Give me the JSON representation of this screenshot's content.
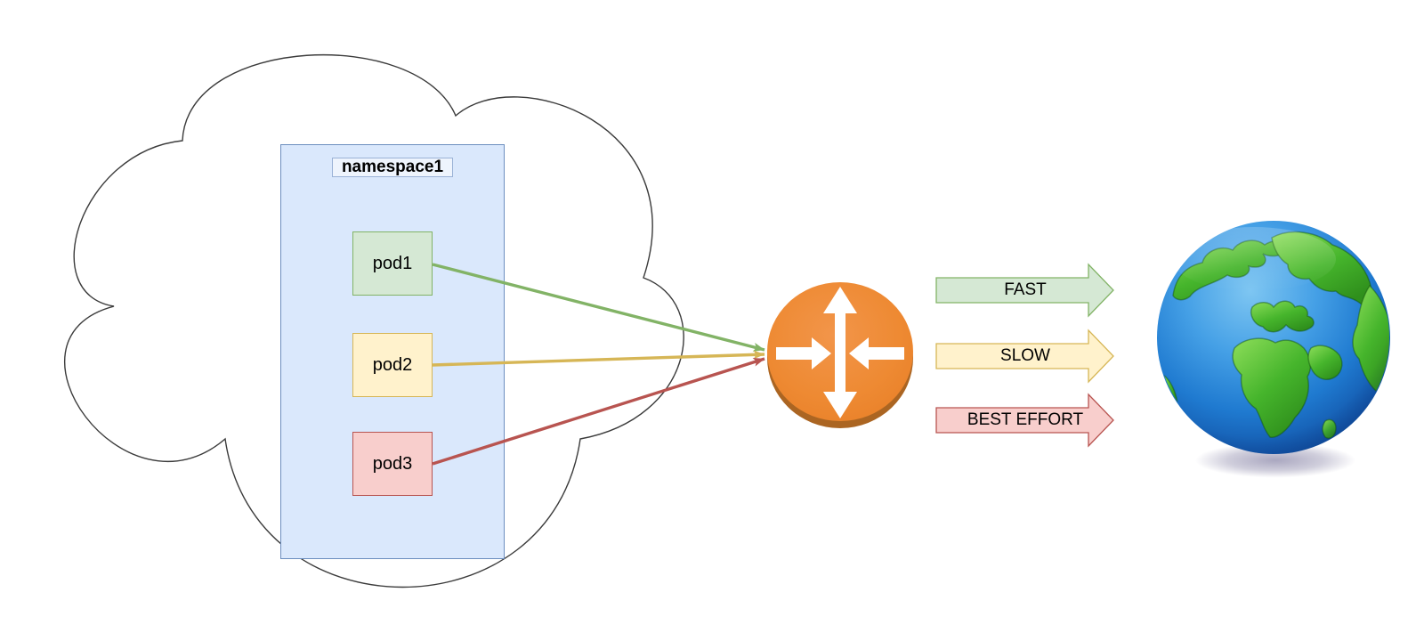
{
  "diagram": {
    "type": "network-qos-diagram",
    "background": "#ffffff"
  },
  "cloud": {
    "icon": "cloud-shape",
    "stroke": "#3b3b3b",
    "fill": "#ffffff"
  },
  "namespace": {
    "label": "namespace1",
    "fill": "#dae8fc",
    "stroke": "#6c8ebf"
  },
  "pods": [
    {
      "label": "pod1",
      "fill": "#d5e8d4",
      "stroke": "#82b366"
    },
    {
      "label": "pod2",
      "fill": "#fff2cc",
      "stroke": "#d6b656"
    },
    {
      "label": "pod3",
      "fill": "#f8cecc",
      "stroke": "#b85450"
    }
  ],
  "connections": [
    {
      "from": "pod1",
      "to": "router",
      "color": "#82b366"
    },
    {
      "from": "pod2",
      "to": "router",
      "color": "#d6b656"
    },
    {
      "from": "pod3",
      "to": "router",
      "color": "#b85450"
    }
  ],
  "router": {
    "icon": "router-icon",
    "fill": "#ee8a33",
    "rim": "#ab6522",
    "arrows": "#ffffff"
  },
  "qos_arrows": [
    {
      "label": "FAST",
      "fill": "#d5e8d4",
      "stroke": "#82b366"
    },
    {
      "label": "SLOW",
      "fill": "#fff2cc",
      "stroke": "#d6b656"
    },
    {
      "label": "BEST EFFORT",
      "fill": "#f8cecc",
      "stroke": "#b85450"
    }
  ],
  "globe": {
    "icon": "globe-icon",
    "ocean": "#1f7ad0",
    "land": "#3fae27"
  }
}
